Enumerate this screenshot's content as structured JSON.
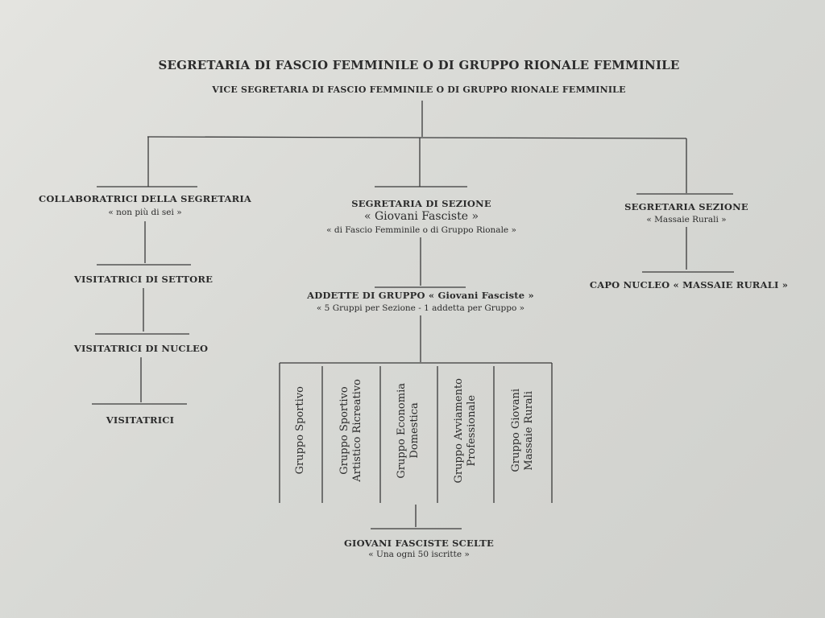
{
  "title": "SEGRETARIA DI FASCIO FEMMINILE O DI GRUPPO RIONALE FEMMINILE",
  "subtitle": "VICE SEGRETARIA DI FASCIO FEMMINILE O DI GRUPPO RIONALE FEMMINILE",
  "left": {
    "collaboratrici": "COLLABORATRICI DELLA SEGRETARIA",
    "collaboratrici_note": "« non più di sei »",
    "settore": "VISITATRICI DI SETTORE",
    "nucleo": "VISITATRICI DI NUCLEO",
    "visitatrici": "VISITATRICI"
  },
  "center": {
    "sezione": "SEGRETARIA DI SEZIONE",
    "sezione_name": "« Giovani Fasciste »",
    "sezione_note": "« di Fascio Femminile o di Gruppo Rionale »",
    "addette": "ADDETTE DI GRUPPO « Giovani Fasciste »",
    "addette_note": "« 5 Gruppi per Sezione - 1 addetta per Gruppo »",
    "groups": [
      "Gruppo Sportivo",
      "Gruppo Sportivo\nArtistico Ricreativo",
      "Gruppo Economia\nDomestica",
      "Gruppo Avviamento\nProfessionale",
      "Gruppo Giovani\nMassaie Rurali"
    ],
    "scelte": "GIOVANI FASCISTE SCELTE",
    "scelte_note": "« Una ogni 50 iscritte »"
  },
  "right": {
    "sezione": "SEGRETARIA SEZIONE",
    "sezione_note": "« Massaie Rurali »",
    "capo": "CAPO NUCLEO « MASSAIE RURALI »"
  }
}
